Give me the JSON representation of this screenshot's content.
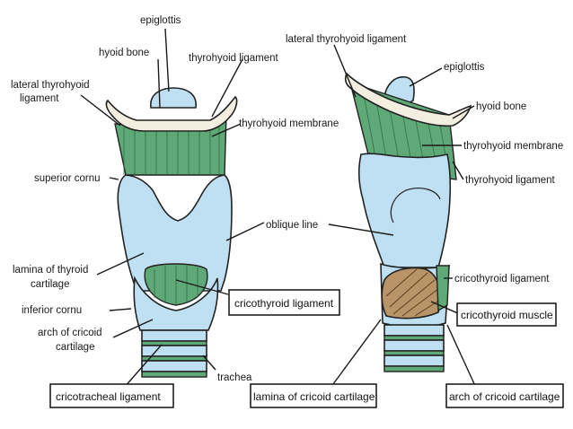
{
  "labels": {
    "epiglottis_front": "epiglottis",
    "hyoid_front": "hyoid bone",
    "thyrohyoid_lig_front": "thyrohyoid ligament",
    "lat_thyrohyoid_front_1": "lateral thyrohyoid",
    "lat_thyrohyoid_front_2": "ligament",
    "thyrohyoid_membrane_front": "thyrohyoid membrane",
    "superior_cornu": "superior cornu",
    "oblique_line": "oblique line",
    "lamina_thyroid_1": "lamina of thyroid",
    "lamina_thyroid_2": "cartilage",
    "cricothyroid_lig_front": "cricothyroid ligament",
    "inferior_cornu": "inferior cornu",
    "arch_cricoid_front_1": "arch of cricoid",
    "arch_cricoid_front_2": "cartilage",
    "trachea": "trachea",
    "cricotracheal_lig": "cricotracheal ligament",
    "lat_thyrohyoid_side": "lateral thyrohyoid ligament",
    "epiglottis_side": "epiglottis",
    "hyoid_side": "hyoid bone",
    "thyrohyoid_membrane_side": "thyrohyoid membrane",
    "thyrohyoid_lig_side": "thyrohyoid ligament",
    "cricothyroid_lig_side": "cricothyroid ligament",
    "cricothyroid_muscle": "cricothyroid muscle",
    "lamina_cricoid": "lamina of cricoid cartilage",
    "arch_cricoid_side": "arch of cricoid cartilage"
  },
  "colors": {
    "cartilage": "#bfe0f2",
    "membrane": "#5fa877",
    "bone": "#f4eee0",
    "muscle": "#b89468"
  }
}
